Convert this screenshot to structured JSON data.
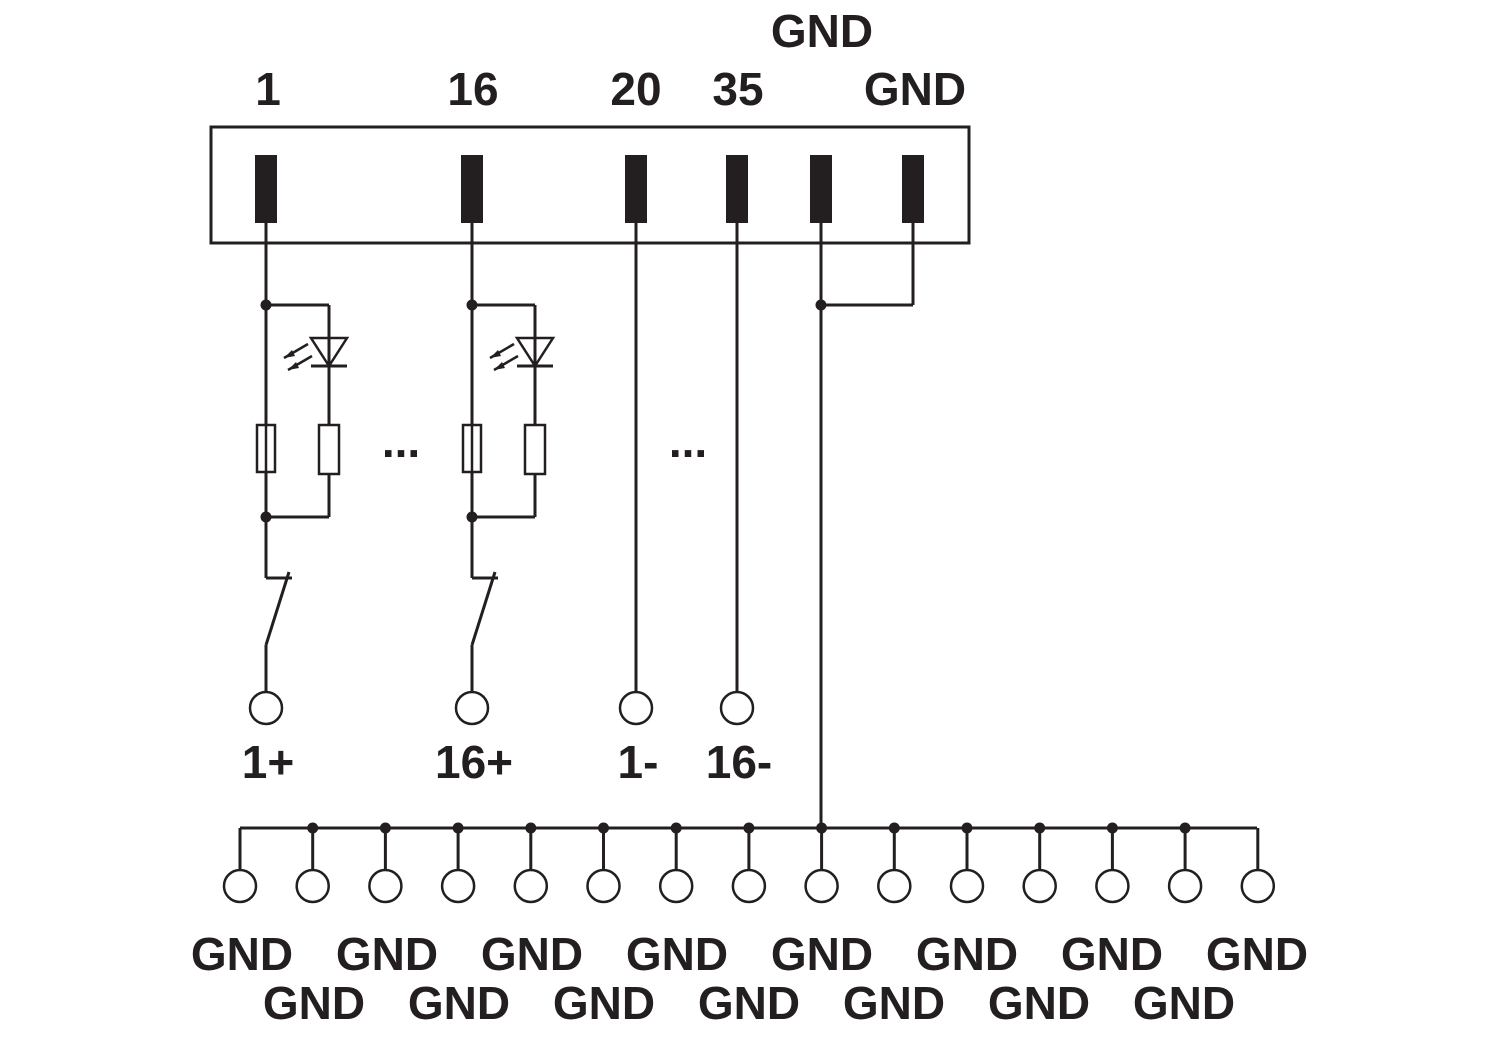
{
  "connector": {
    "pin_labels": [
      "1",
      "16",
      "20",
      "35",
      "GND",
      "GND"
    ],
    "ellipsis": "..."
  },
  "terminals": {
    "signal_labels": [
      "1+",
      "16+",
      "1-",
      "16-"
    ],
    "gnd_labels_row1": [
      "GND",
      "GND",
      "GND",
      "GND",
      "GND",
      "GND",
      "GND",
      "GND"
    ],
    "gnd_labels_row2": [
      "GND",
      "GND",
      "GND",
      "GND",
      "GND",
      "GND",
      "GND"
    ]
  },
  "colors": {
    "line": "#231f20",
    "background": "#ffffff"
  }
}
